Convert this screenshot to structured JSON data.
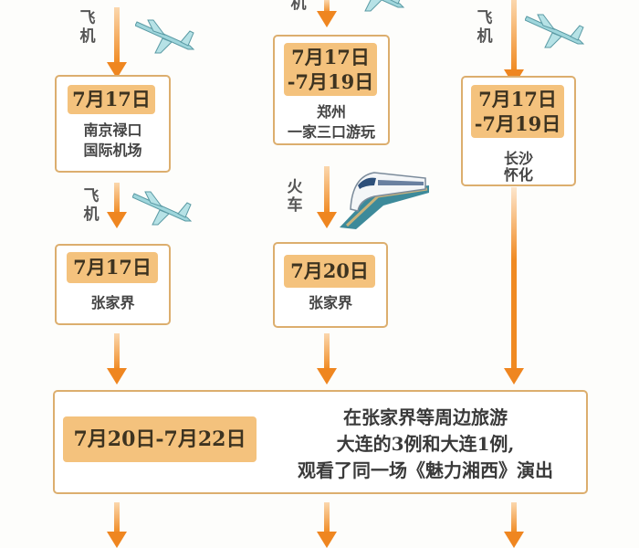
{
  "colors": {
    "arrow": "#ef8620",
    "badge": "#f4c27d",
    "border": "#dcae6e"
  },
  "transport": {
    "plane": "飞机",
    "plane_partial": "机",
    "train": "火车"
  },
  "left": {
    "box1": {
      "date": "7月17日",
      "lines": [
        "南京禄口",
        "国际机场"
      ]
    },
    "box2": {
      "date": "7月17日",
      "lines": [
        "张家界"
      ]
    }
  },
  "middle": {
    "box1": {
      "date": [
        "7月17日",
        "-7月19日"
      ],
      "lines": [
        "郑州",
        "一家三口游玩"
      ]
    },
    "box2": {
      "date": "7月20日",
      "lines": [
        "张家界"
      ]
    }
  },
  "right": {
    "box1": {
      "date": [
        "7月17日",
        "-7月19日"
      ],
      "lines": [
        "长沙",
        "怀化"
      ]
    }
  },
  "summary": {
    "date": "7月20日-7月22日",
    "lines": [
      "在张家界等周边旅游",
      "大连的3例和大连1例,",
      "观看了同一场《魅力湘西》演出"
    ]
  },
  "icons": [
    "airplane-icon",
    "train-icon",
    "arrow-down-icon"
  ]
}
